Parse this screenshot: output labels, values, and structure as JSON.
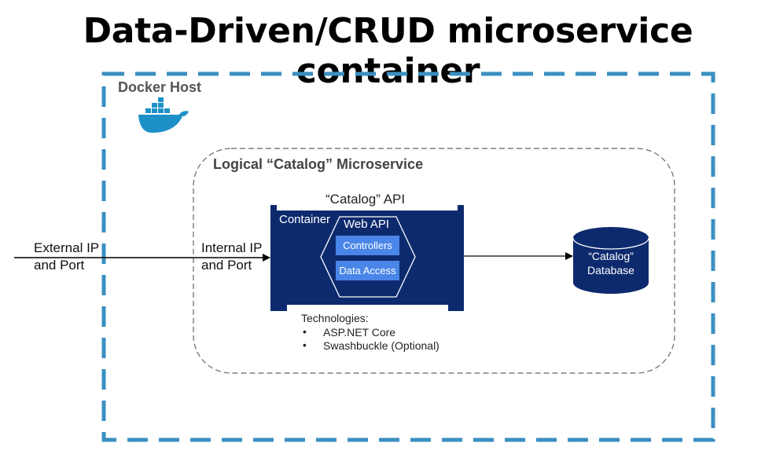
{
  "title": "Data-Driven/CRUD microservice container",
  "docker_host": {
    "label": "Docker Host",
    "icon": "docker-whale-icon"
  },
  "microservice": {
    "label": "Logical “Catalog” Microservice"
  },
  "api": {
    "label": "“Catalog” API"
  },
  "external": {
    "line1": "External IP",
    "line2": "and Port"
  },
  "internal": {
    "line1": "Internal IP",
    "line2": "and Port"
  },
  "container": {
    "label": "Container",
    "web_api": "Web API",
    "layers": [
      "Controllers",
      "Data Access"
    ]
  },
  "database": {
    "line1": "“Catalog”",
    "line2": "Database"
  },
  "technologies": {
    "title": "Technologies:",
    "items": [
      "ASP.NET Core",
      "Swashbuckle (Optional)"
    ]
  },
  "colors": {
    "docker_border": "#3a8fc1",
    "container_fill": "#0e2a6e",
    "layer_fill": "#4a86e8",
    "database_fill": "#0e2a6e"
  }
}
